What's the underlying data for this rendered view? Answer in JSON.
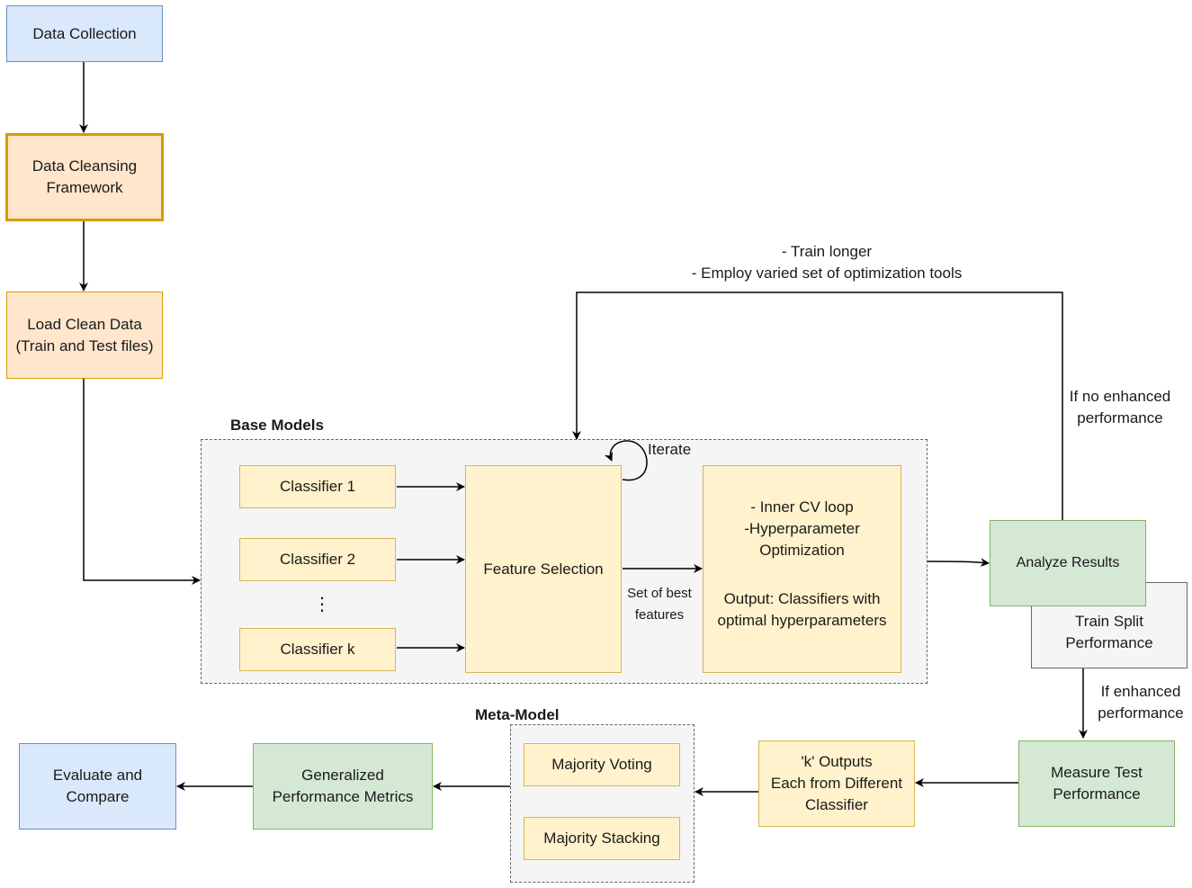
{
  "nodes": {
    "data_collection": "Data Collection",
    "data_cleansing": "Data Cleansing\nFramework",
    "load_clean": "Load Clean Data\n(Train and Test files)",
    "classifier_1": "Classifier 1",
    "classifier_2": "Classifier 2",
    "classifier_dots": "⋮",
    "classifier_k": "Classifier k",
    "feature_selection": "Feature Selection",
    "inner_cv": "- Inner CV loop\n-Hyperparameter\nOptimization",
    "output_classifiers": "Output: Classifiers with\noptimal hyperparameters",
    "analyze_results": "Analyze Results",
    "train_split": "Train Split\nPerformance",
    "measure_test": "Measure Test\nPerformance",
    "k_outputs": "'k' Outputs\nEach from Different\nClassifier",
    "majority_voting": "Majority Voting",
    "majority_stacking": "Majority Stacking",
    "generalized_metrics": "Generalized\nPerformance Metrics",
    "evaluate_compare": "Evaluate and\nCompare"
  },
  "groups": {
    "base_models": "Base Models",
    "meta_model": "Meta-Model"
  },
  "edge_labels": {
    "iterate": "Iterate",
    "best_features": "Set of best\nfeatures",
    "feedback": "- Train longer\n- Employ varied set of optimization tools",
    "no_enhanced": "If no enhanced\nperformance",
    "enhanced": "If enhanced\nperformance"
  }
}
